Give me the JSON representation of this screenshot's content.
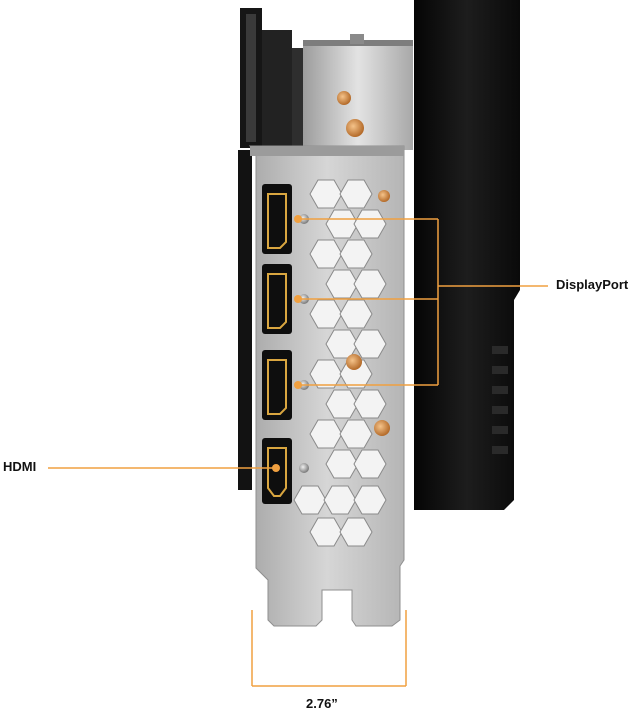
{
  "image": {
    "subject": "Graphics card rear I/O bracket with display outputs",
    "accent_color": "#f0a040",
    "bracket_color": "#c9c9c9",
    "shroud_color": "#111111"
  },
  "callouts": {
    "displayport_label": "DisplayPort",
    "hdmi_label": "HDMI",
    "width_label": "2.76”"
  },
  "ports": [
    {
      "type": "DisplayPort"
    },
    {
      "type": "DisplayPort"
    },
    {
      "type": "DisplayPort"
    },
    {
      "type": "HDMI"
    }
  ]
}
